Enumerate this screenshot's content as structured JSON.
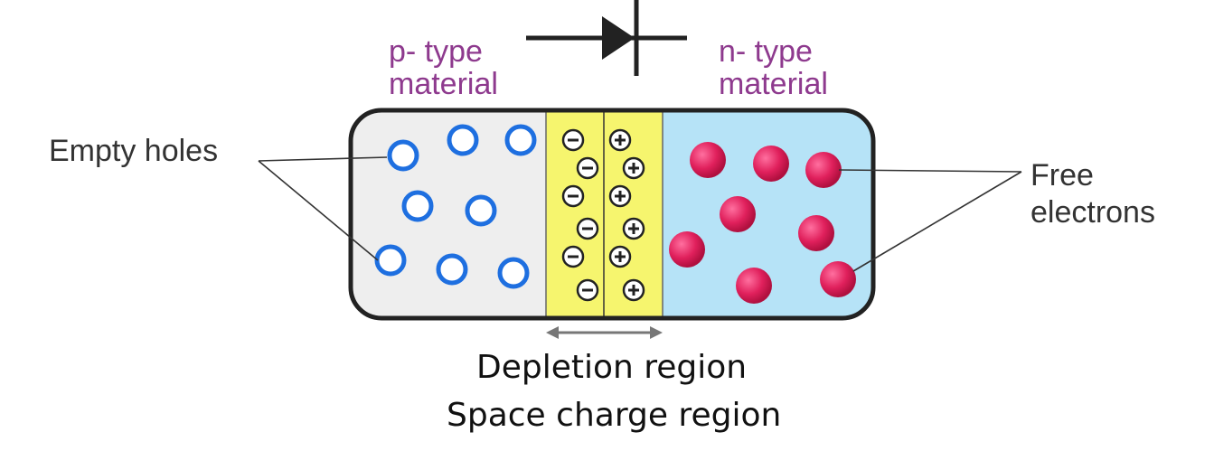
{
  "diagram": {
    "p_label_line1": "p- type",
    "p_label_line2": "material",
    "n_label_line1": "n- type",
    "n_label_line2": "material",
    "left_callout": "Empty holes",
    "right_callout_line1": "Free",
    "right_callout_line2": "electrons",
    "caption_line1": "Depletion region",
    "caption_line2": "Space charge region",
    "colors": {
      "p_region": "#eeeeee",
      "n_region": "#b6e3f7",
      "depletion": "#f6f56e",
      "hole_stroke": "#1e6fe0",
      "electron_fill": "#e0205c",
      "label_purple": "#8e3a8e"
    }
  }
}
